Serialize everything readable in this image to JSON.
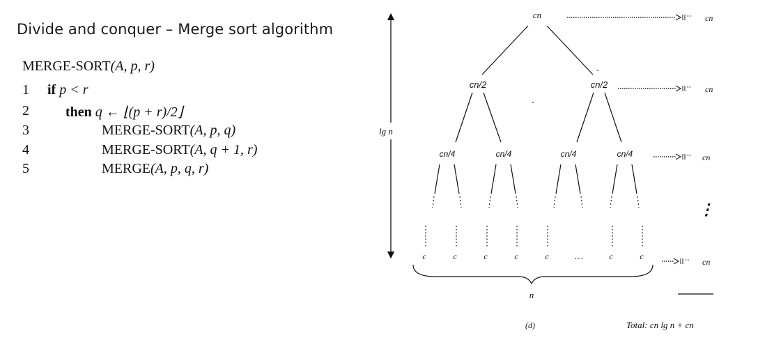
{
  "title": "Divide and conquer – Merge sort algorithm",
  "pseudocode": {
    "name": "MERGE-SORT",
    "params": "(A, p, r)",
    "lines": [
      {
        "num": "1",
        "kw": "if",
        "text": " p < r"
      },
      {
        "num": "2",
        "kw": "then",
        "text": " q ← ⌊(p + r)/2⌋"
      },
      {
        "num": "3",
        "call": "MERGE-SORT",
        "args": "(A, p, q)"
      },
      {
        "num": "4",
        "call": "MERGE-SORT",
        "args": "(A, q + 1, r)"
      },
      {
        "num": "5",
        "call": "MERGE",
        "args": "(A, p, q, r)"
      }
    ]
  },
  "tree": {
    "height_label": "lg n",
    "root": "cn",
    "level1": [
      "cn/2",
      "cn/2"
    ],
    "level2": [
      "cn/4",
      "cn/4",
      "cn/4",
      "cn/4"
    ],
    "leaves": [
      "c",
      "c",
      "c",
      "c",
      "c",
      "…",
      "c",
      "c"
    ],
    "leaf_count_label": "n",
    "level_costs": [
      "cn",
      "cn",
      "cn",
      "cn"
    ],
    "vertical_ellipsis": "⋮",
    "caption": "(d)",
    "total": "Total: cn lg n + cn"
  }
}
